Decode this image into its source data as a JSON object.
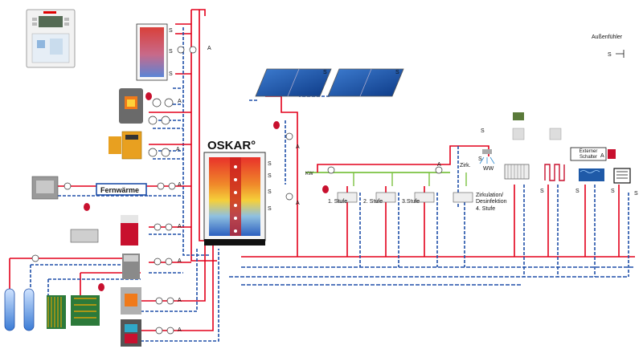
{
  "title": "OSKAR°",
  "labels": {
    "fernwaerme": "Fernwärme",
    "outdoor_sensor": "Außenfühler",
    "ext_switch_line1": "Externer",
    "ext_switch_line2": "Schalter",
    "ext_switch_a": "A",
    "stage1": "1. Stufe",
    "stage2": "2. Stufe",
    "stage3": "3.Stufe",
    "stage4_line1": "Zirkulation/",
    "stage4_line2": "Desinfektion",
    "stage4_line3": "4. Stufe",
    "zirk": "Zirk.",
    "ww": "WW",
    "kw": "KW",
    "sensor": "S",
    "actuator": "A"
  },
  "colors": {
    "hot": "#e3001b",
    "cold_dash": "#1f4fa8",
    "green_pipe": "#7cc242",
    "collector": "#1f5aa8",
    "tank_hot": "#e83a2a",
    "tank_cold": "#3a6fd0"
  }
}
